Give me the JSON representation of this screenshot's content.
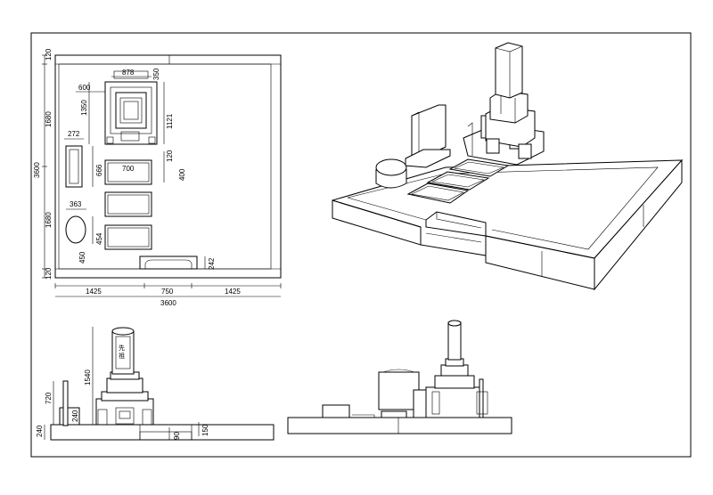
{
  "drawing": {
    "plan_dims": {
      "top_margin": "120",
      "bottom_margin": "120",
      "overall_height": "3600",
      "left_upper": "1680",
      "left_lower": "1680",
      "width_878": "878",
      "small_350": "350",
      "offset_600": "600",
      "offset_1350": "1350",
      "depth_1121": "1121",
      "w_272": "272",
      "h_666": "666",
      "gap_120": "120",
      "h_400": "400",
      "plate_700": "700",
      "w_363": "363",
      "h_454": "454",
      "h_450": "450",
      "h_242": "242",
      "bottom_left": "1425",
      "bottom_mid": "750",
      "bottom_right": "1425",
      "overall_width": "3600"
    },
    "front_dims": {
      "tower": "1540",
      "side_post": "720",
      "lantern": "240",
      "base_left": "240",
      "step_90": "90",
      "step_150": "150"
    }
  }
}
